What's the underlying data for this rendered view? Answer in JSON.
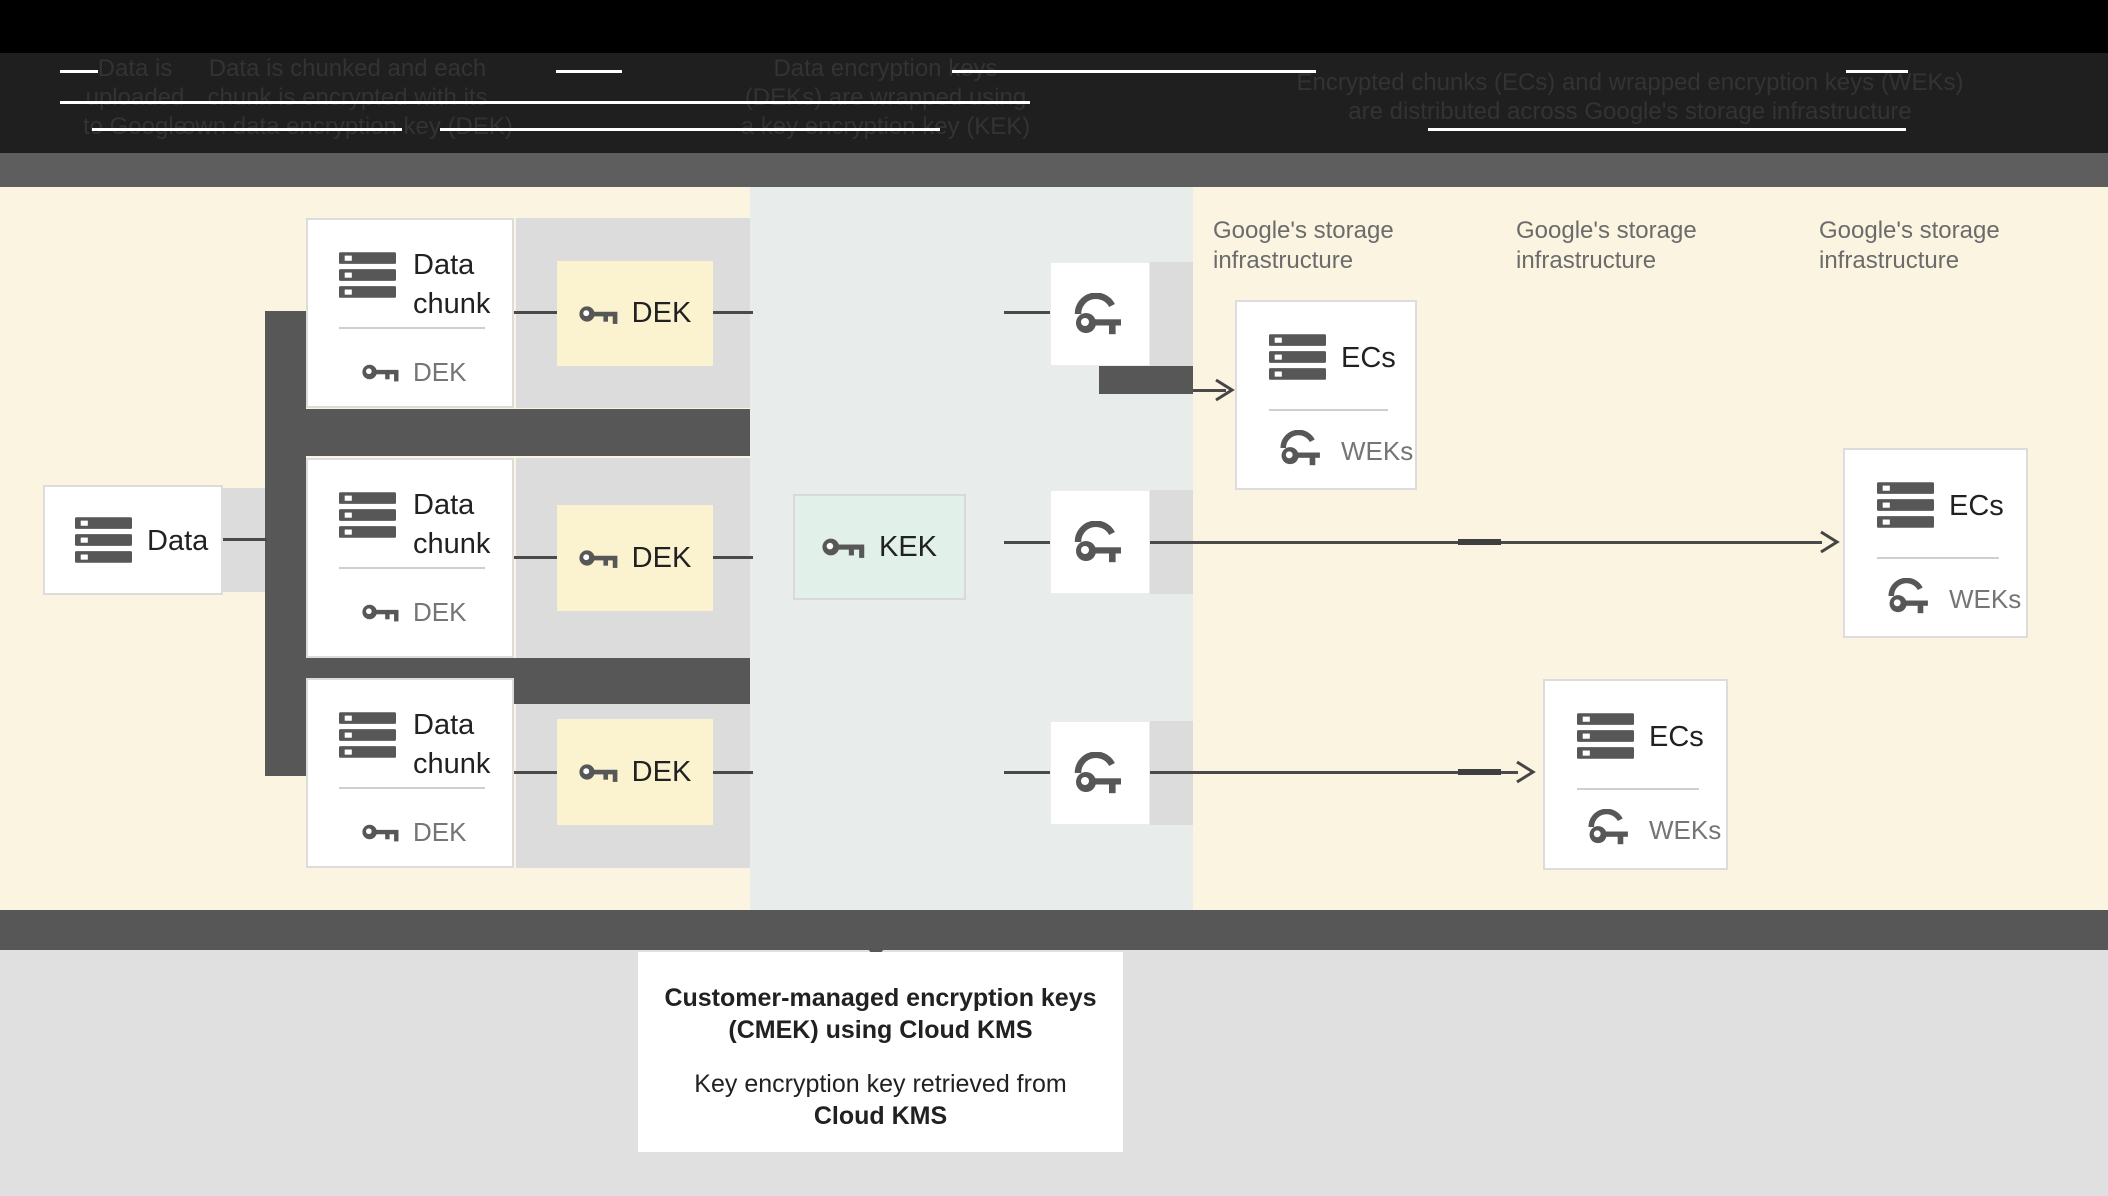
{
  "header": {
    "steps": [
      {
        "line1": "Data is",
        "line2": "uploaded",
        "line3": "to Google"
      },
      {
        "line1": "Data is chunked and each",
        "line2": "chunk is encrypted with its",
        "line3": "own data encryption key (DEK)"
      },
      {
        "line1": "Data encryption keys",
        "line2": "(DEKs) are wrapped using",
        "line3": "a key encryption key (KEK)"
      },
      {
        "line1": "Encrypted chunks (ECs) and wrapped encryption keys (WEKs)",
        "line2": "are distributed across Google's storage infrastructure"
      }
    ]
  },
  "diagram": {
    "data_box": {
      "label": "Data"
    },
    "chunk_boxes": [
      {
        "title": "Data chunk",
        "key_label": "DEK"
      },
      {
        "title": "Data chunk",
        "key_label": "DEK"
      },
      {
        "title": "Data chunk",
        "key_label": "DEK"
      }
    ],
    "dek_boxes": [
      {
        "label": "DEK"
      },
      {
        "label": "DEK"
      },
      {
        "label": "DEK"
      }
    ],
    "kek_box": {
      "label": "KEK"
    },
    "storage_labels": [
      {
        "line1": "Google's storage",
        "line2": "infrastructure"
      },
      {
        "line1": "Google's storage",
        "line2": "infrastructure"
      },
      {
        "line1": "Google's storage",
        "line2": "infrastructure"
      }
    ],
    "ecs_boxes": [
      {
        "title": "ECs",
        "key_label": "WEKs"
      },
      {
        "title": "ECs",
        "key_label": "WEKs"
      },
      {
        "title": "ECs",
        "key_label": "WEKs"
      }
    ]
  },
  "caption": {
    "title_line1": "Customer-managed encryption keys",
    "title_line2": "(CMEK) using Cloud KMS",
    "body_line1": "Key encryption key retrieved from",
    "body_line2": "Cloud KMS"
  },
  "colors": {
    "yellow_region": "#fbf4e1",
    "kms_region": "#e8eceb",
    "row_band": "#dcdcdc",
    "connector_dark": "#575757",
    "dek_box": "#fbf2d0",
    "kek_box": "#e1f1e9",
    "band_gray": "#5e5e5e",
    "bottom_bg": "#e0e0e0",
    "icon_color": "#575757"
  }
}
